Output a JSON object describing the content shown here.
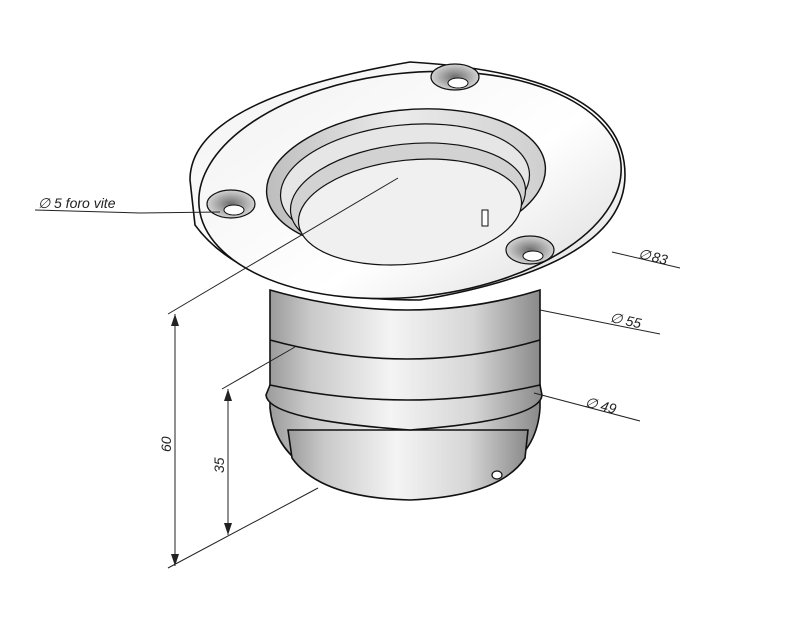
{
  "labels": {
    "screw_hole": "5 foro vite",
    "d83": "83",
    "d55": "55",
    "d49": "49",
    "h60": "60",
    "h35": "35",
    "diameter_symbol": "∅"
  }
}
